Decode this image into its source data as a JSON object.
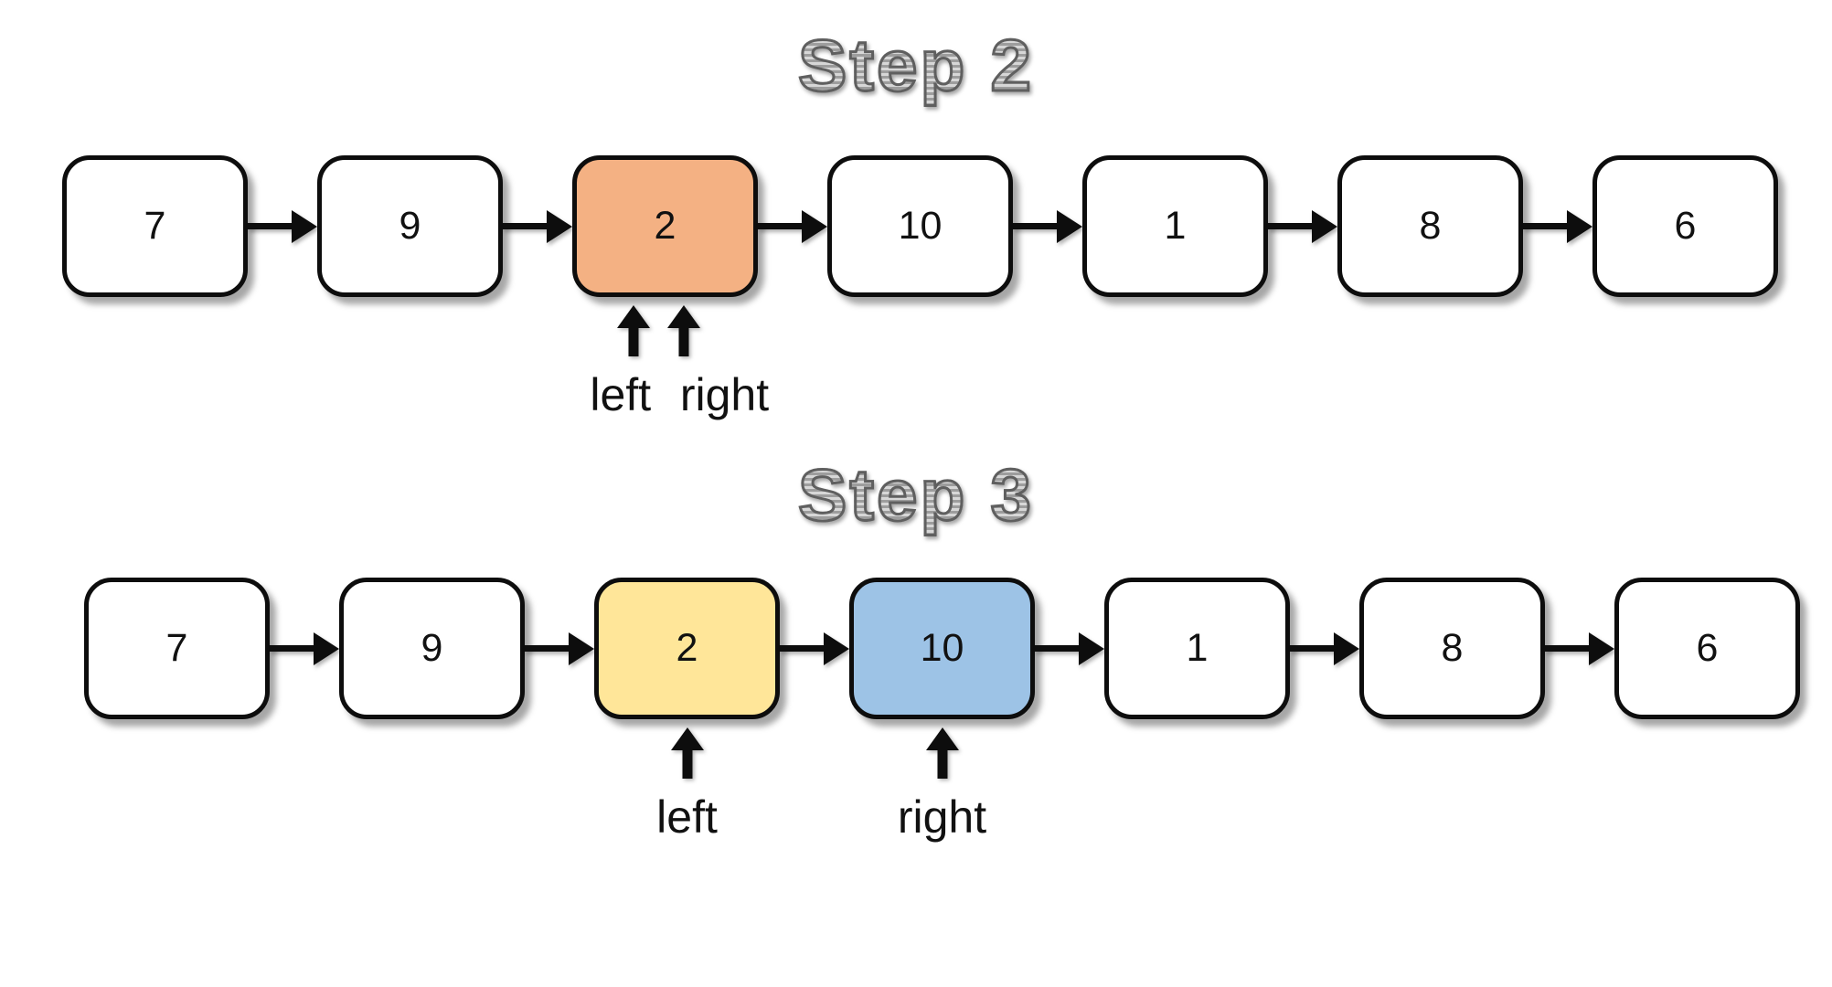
{
  "step2": {
    "title": "Step 2",
    "nodes": [
      {
        "value": "7"
      },
      {
        "value": "9"
      },
      {
        "value": "2",
        "fill": "#F4B183"
      },
      {
        "value": "10"
      },
      {
        "value": "1"
      },
      {
        "value": "8"
      },
      {
        "value": "6"
      }
    ],
    "pointers": {
      "left_label": "left",
      "right_label": "right"
    }
  },
  "step3": {
    "title": "Step 3",
    "nodes": [
      {
        "value": "7"
      },
      {
        "value": "9"
      },
      {
        "value": "2",
        "fill": "#FFE699"
      },
      {
        "value": "10",
        "fill": "#9DC3E6"
      },
      {
        "value": "1"
      },
      {
        "value": "8"
      },
      {
        "value": "6"
      }
    ],
    "pointers": {
      "left_label": "left",
      "right_label": "right"
    }
  },
  "colors": {
    "step2_window_node": "#F4B183",
    "step3_left_node": "#FFE699",
    "step3_right_node": "#9DC3E6",
    "node_default_fill": "#FFFFFF",
    "outline": "#0D0D0D",
    "title_gray": "#9D9D9D"
  }
}
